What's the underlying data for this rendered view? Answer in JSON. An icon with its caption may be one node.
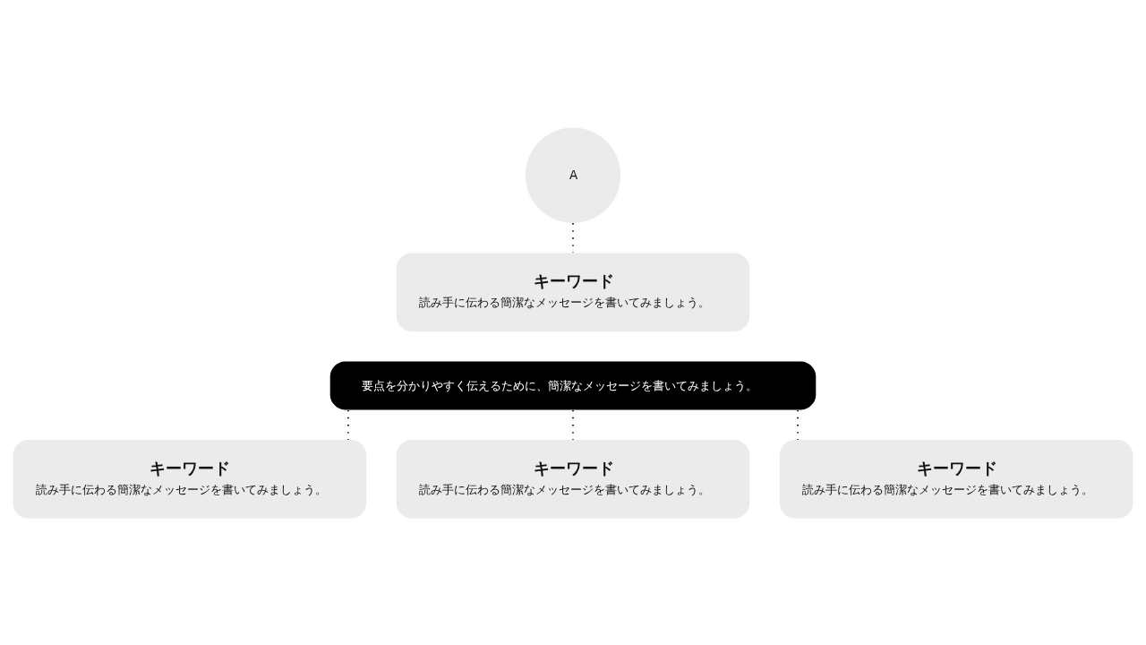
{
  "diagram": {
    "nodes": [
      {
        "text": [
          "A"
        ]
      },
      {
        "text": [
          "キーワード",
          "読み手に伝わる簡潔なメッセージを書いてみましょう。"
        ]
      },
      {
        "text": [
          "要点を分かりやすく伝えるために、簡潔なメッセージを書いてみましょう。"
        ]
      },
      {
        "text": [
          "キーワード",
          "読み手に伝わる簡潔なメッセージを書いてみましょう。"
        ]
      },
      {
        "text": [
          "キーワード",
          "読み手に伝わる簡潔なメッセージを書いてみましょう。"
        ]
      },
      {
        "text": [
          "キーワード",
          "読み手に伝わる簡潔なメッセージを書いてみましょう。"
        ]
      }
    ],
    "edges": [
      {
        "from": 0,
        "to": 1,
        "arrow": "none",
        "style": "dashed"
      },
      {
        "from": 2,
        "to": 3,
        "arrow": "none",
        "style": "dashed"
      },
      {
        "from": 2,
        "to": 4,
        "arrow": "none",
        "style": "dashed"
      },
      {
        "from": 2,
        "to": 5,
        "arrow": "none",
        "style": "dashed"
      }
    ]
  }
}
